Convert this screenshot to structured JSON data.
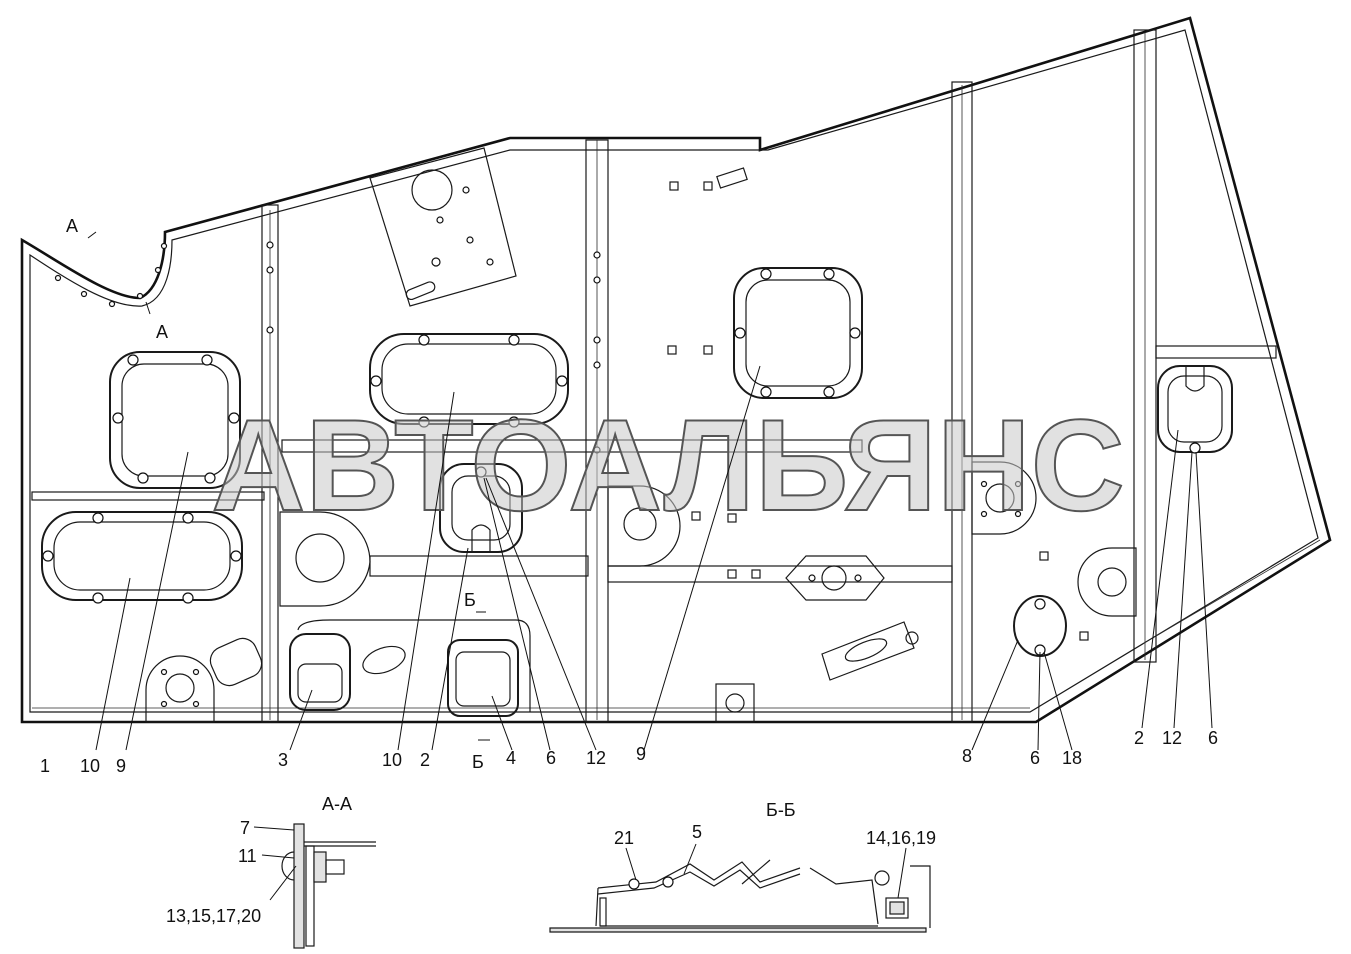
{
  "watermark": "АВТОАЛЬЯНС",
  "section_marks": {
    "a_top": "А",
    "a_mid": "А",
    "b_top": "Б",
    "b_bottom": "Б"
  },
  "callouts": {
    "c1": "1",
    "c10a": "10",
    "c9a": "9",
    "c3": "3",
    "c10b": "10",
    "c2a": "2",
    "c4": "4",
    "c6a": "6",
    "c12a": "12",
    "c9b": "9",
    "c8": "8",
    "c6b": "6",
    "c18": "18",
    "c2b": "2",
    "c12b": "12",
    "c6c": "6"
  },
  "detail_aa": {
    "title": "А-А",
    "l7": "7",
    "l11": "11",
    "l13": "13,15,17,20"
  },
  "detail_bb": {
    "title": "Б-Б",
    "l21": "21",
    "l5": "5",
    "l14": "14,16,19"
  }
}
